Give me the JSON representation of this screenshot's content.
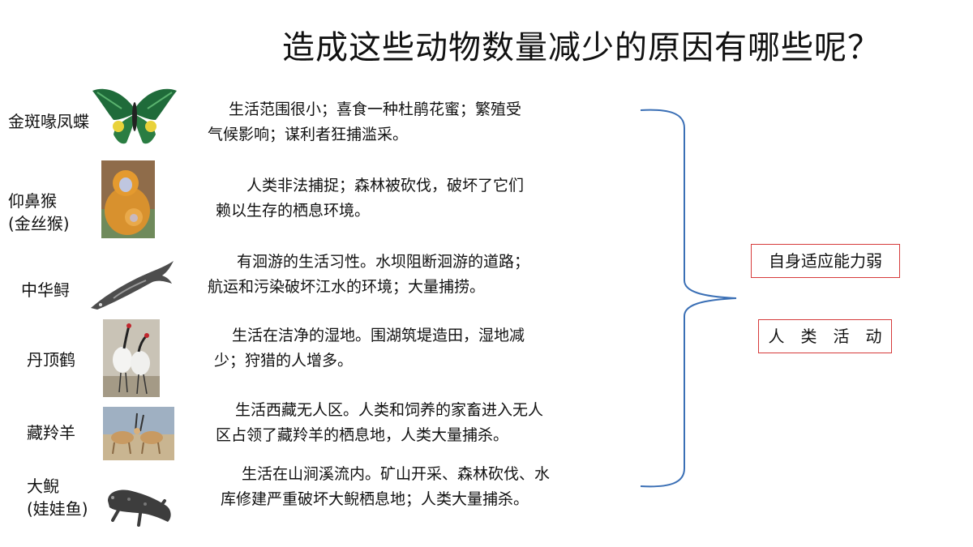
{
  "title": "造成这些动物数量减少的原因有哪些呢？",
  "animals": [
    {
      "name": "金斑喙凤蝶",
      "icon": "butterfly-icon",
      "desc": [
        "生活范围很小；喜食一种杜鹃花蜜；繁殖受",
        "气候影响；谋利者狂捕滥采。"
      ]
    },
    {
      "name": "仰鼻猴",
      "name2": "(金丝猴)",
      "icon": "golden-monkey-icon",
      "desc": [
        "人类非法捕捉；森林被砍伐，破坏了它们",
        "赖以生存的栖息环境。"
      ]
    },
    {
      "name": "中华鲟",
      "icon": "sturgeon-icon",
      "desc": [
        "有洄游的生活习性。水坝阻断洄游的道路；",
        "航运和污染破坏江水的环境；大量捕捞。"
      ]
    },
    {
      "name": "丹顶鹤",
      "icon": "crane-icon",
      "desc": [
        "生活在洁净的湿地。围湖筑堤造田，湿地减",
        "少；狩猎的人增多。"
      ]
    },
    {
      "name": "藏羚羊",
      "icon": "antelope-icon",
      "desc": [
        "生活西藏无人区。人类和饲养的家畜进入无人",
        "区占领了藏羚羊的栖息地，人类大量捕杀。"
      ]
    },
    {
      "name": "大鲵",
      "name2": "(娃娃鱼)",
      "icon": "salamander-icon",
      "desc": [
        "生活在山涧溪流内。矿山开采、森林砍伐、水",
        "库修建严重破坏大鲵栖息地；人类大量捕杀。"
      ]
    }
  ],
  "reasons": [
    "自身适应能力弱",
    "人　类　活　动"
  ],
  "colors": {
    "brace": "#3a6fb5",
    "box_border": "#d63b3b"
  }
}
